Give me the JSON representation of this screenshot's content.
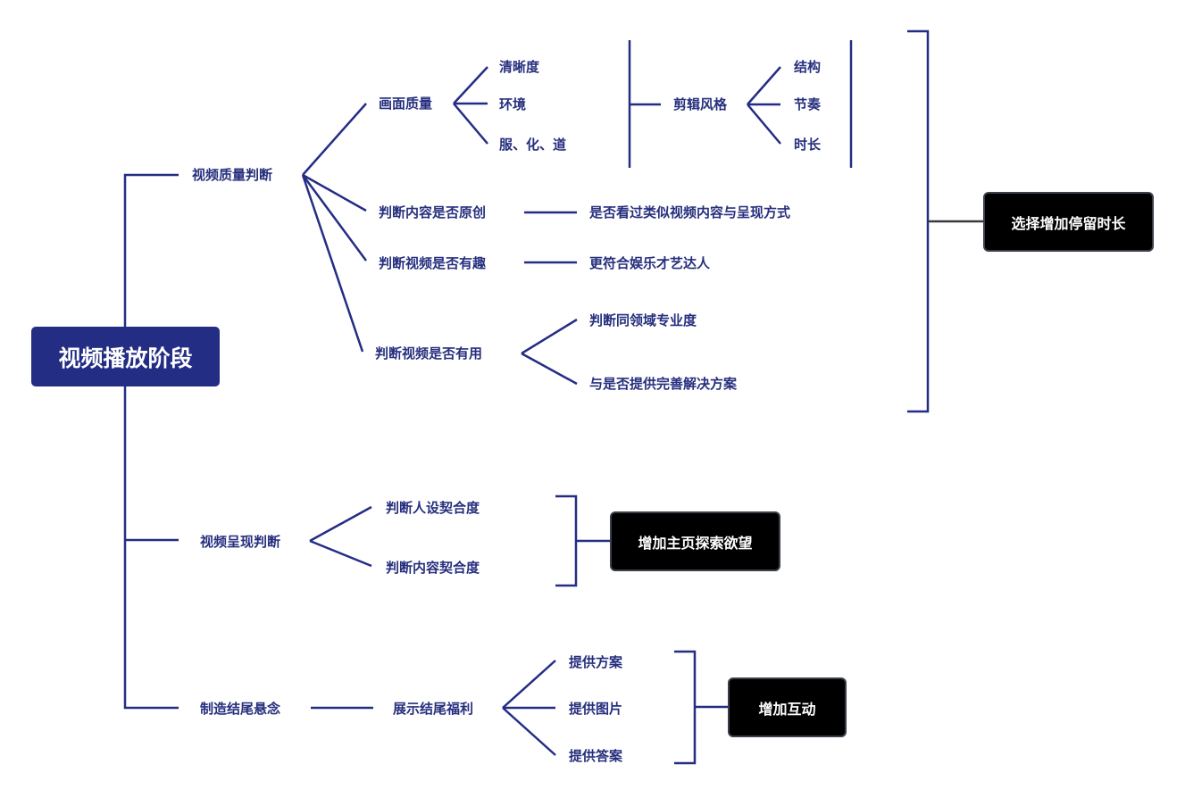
{
  "root": {
    "label": "视频播放阶段"
  },
  "branches": [
    {
      "label": "视频质量判断",
      "children": [
        {
          "label": "画面质量",
          "children": [
            "清晰度",
            "环境",
            "服、化、道"
          ],
          "summary": {
            "label": "剪辑风格",
            "children": [
              "结构",
              "节奏",
              "时长"
            ]
          }
        },
        {
          "label": "判断内容是否原创",
          "detail": "是否看过类似视频内容与呈现方式"
        },
        {
          "label": "判断视频是否有趣",
          "detail": "更符合娱乐才艺达人"
        },
        {
          "label": "判断视频是否有用",
          "children": [
            "判断同领域专业度",
            "与是否提供完善解决方案"
          ]
        }
      ],
      "outcome": "选择增加停留时长"
    },
    {
      "label": "视频呈现判断",
      "children": [
        "判断人设契合度",
        "判断内容契合度"
      ],
      "outcome": "增加主页探索欲望"
    },
    {
      "label": "制造结尾悬念",
      "next": {
        "label": "展示结尾福利",
        "children": [
          "提供方案",
          "提供图片",
          "提供答案"
        ]
      },
      "outcome": "增加互动"
    }
  ],
  "colors": {
    "line": "#242d84",
    "text": "#262f7e",
    "root_bg": "#242d84",
    "outcome_bg": "#000000"
  }
}
